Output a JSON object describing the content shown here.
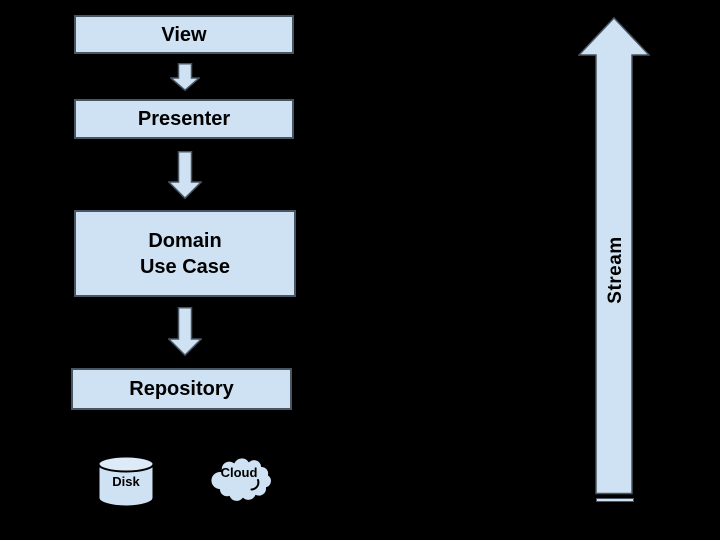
{
  "colors": {
    "bg": "#000000",
    "node-fill": "#cfe2f3",
    "node-border": "#485663",
    "shape-border": "#000000",
    "text": "#000000"
  },
  "nodes": {
    "view": {
      "label": "View"
    },
    "presenter": {
      "label": "Presenter"
    },
    "domain_use_case": {
      "label": "Domain\nUse Case"
    },
    "repository": {
      "label": "Repository"
    }
  },
  "datasources": {
    "disk": {
      "label": "Disk"
    },
    "cloud": {
      "label": "Cloud"
    }
  },
  "stream": {
    "label": "Stream"
  },
  "icons": [
    "down-arrow-icon",
    "up-arrow-icon",
    "disk-cylinder-icon",
    "cloud-icon"
  ]
}
